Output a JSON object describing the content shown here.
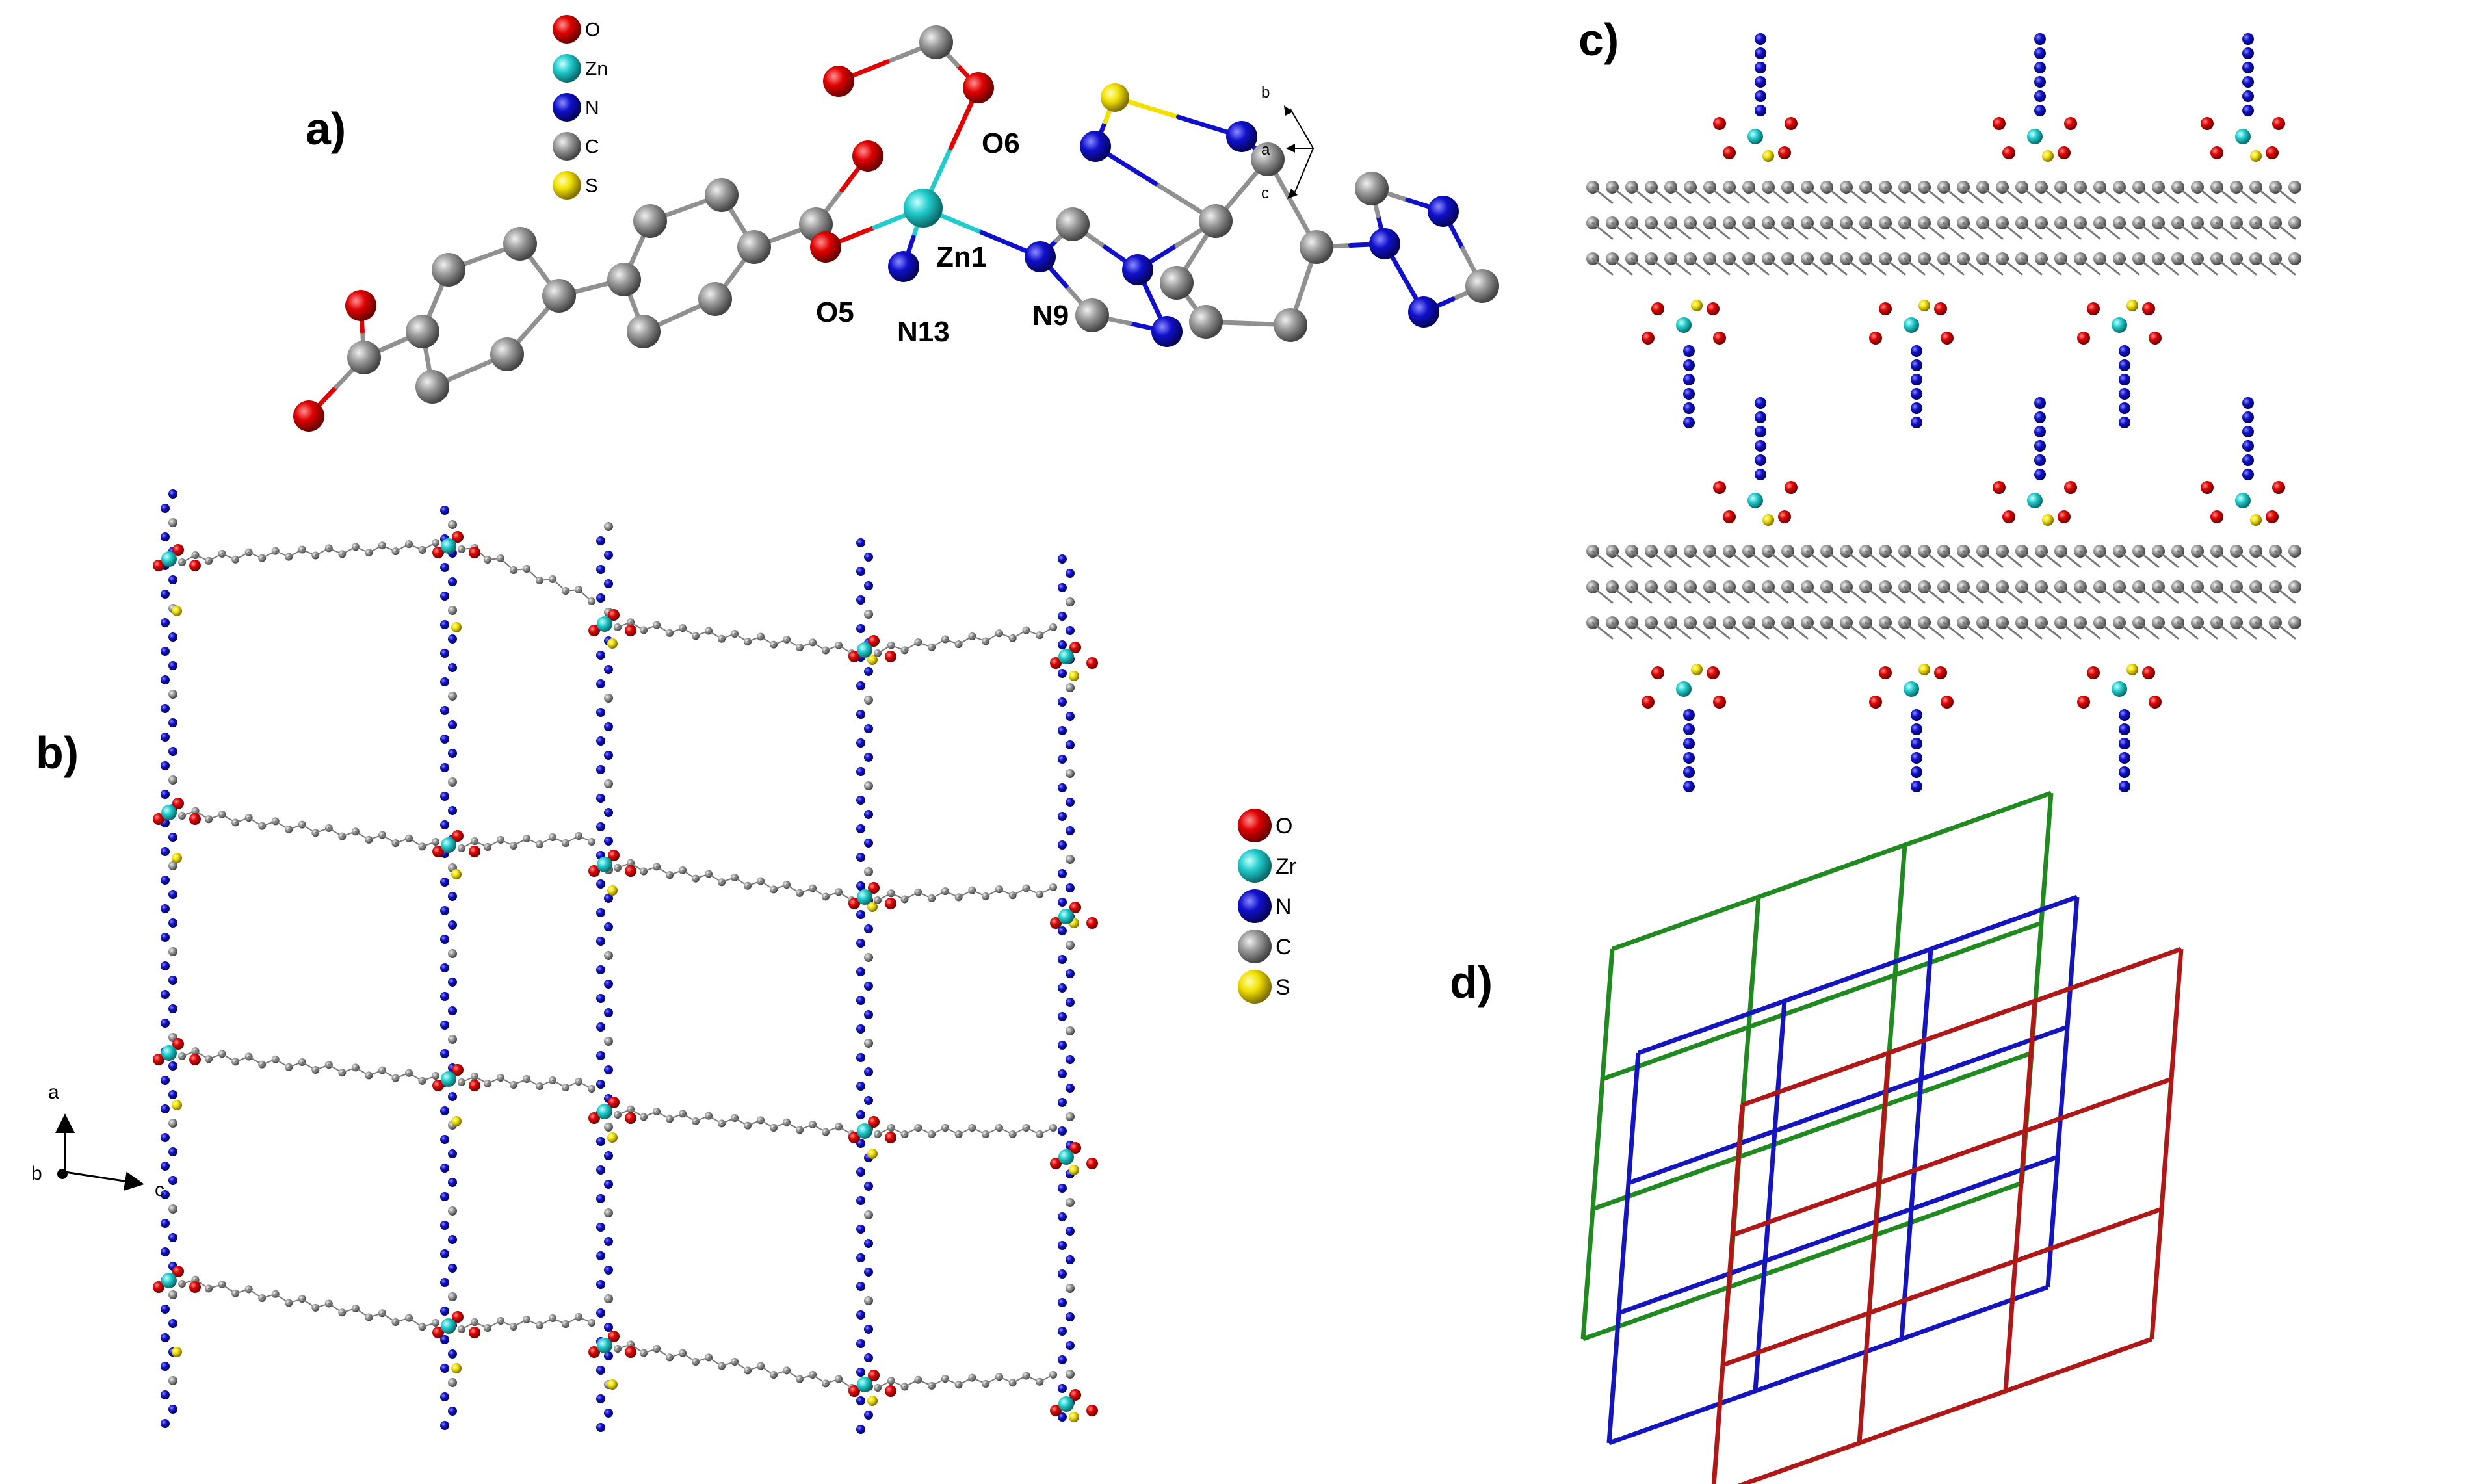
{
  "panels": {
    "a": "a)",
    "b": "b)",
    "c": "c)",
    "d": "d)"
  },
  "colors": {
    "O": "#e00000",
    "Zn": "#22cccc",
    "N": "#1010cc",
    "C": "#909090",
    "S": "#f0e000",
    "net_green": "#208a20",
    "net_blue": "#1515c0",
    "net_red": "#b01818"
  },
  "legend_a": [
    {
      "symbol": "O",
      "color": "O"
    },
    {
      "symbol": "Zn",
      "color": "Zn"
    },
    {
      "symbol": "N",
      "color": "N"
    },
    {
      "symbol": "C",
      "color": "C"
    },
    {
      "symbol": "S",
      "color": "S"
    }
  ],
  "legend_b": [
    {
      "symbol": "O",
      "color": "O"
    },
    {
      "symbol": "Zr",
      "color": "Zn"
    },
    {
      "symbol": "N",
      "color": "N"
    },
    {
      "symbol": "C",
      "color": "C"
    },
    {
      "symbol": "S",
      "color": "S"
    }
  ],
  "atom_labels": {
    "o6": "O6",
    "zn1": "Zn1",
    "o5": "O5",
    "n13": "N13",
    "n9": "N9"
  },
  "axes_a": {
    "b": "b",
    "a": "a",
    "c": "c"
  },
  "axes_b": {
    "a": "a",
    "b": "b",
    "c": "c"
  }
}
